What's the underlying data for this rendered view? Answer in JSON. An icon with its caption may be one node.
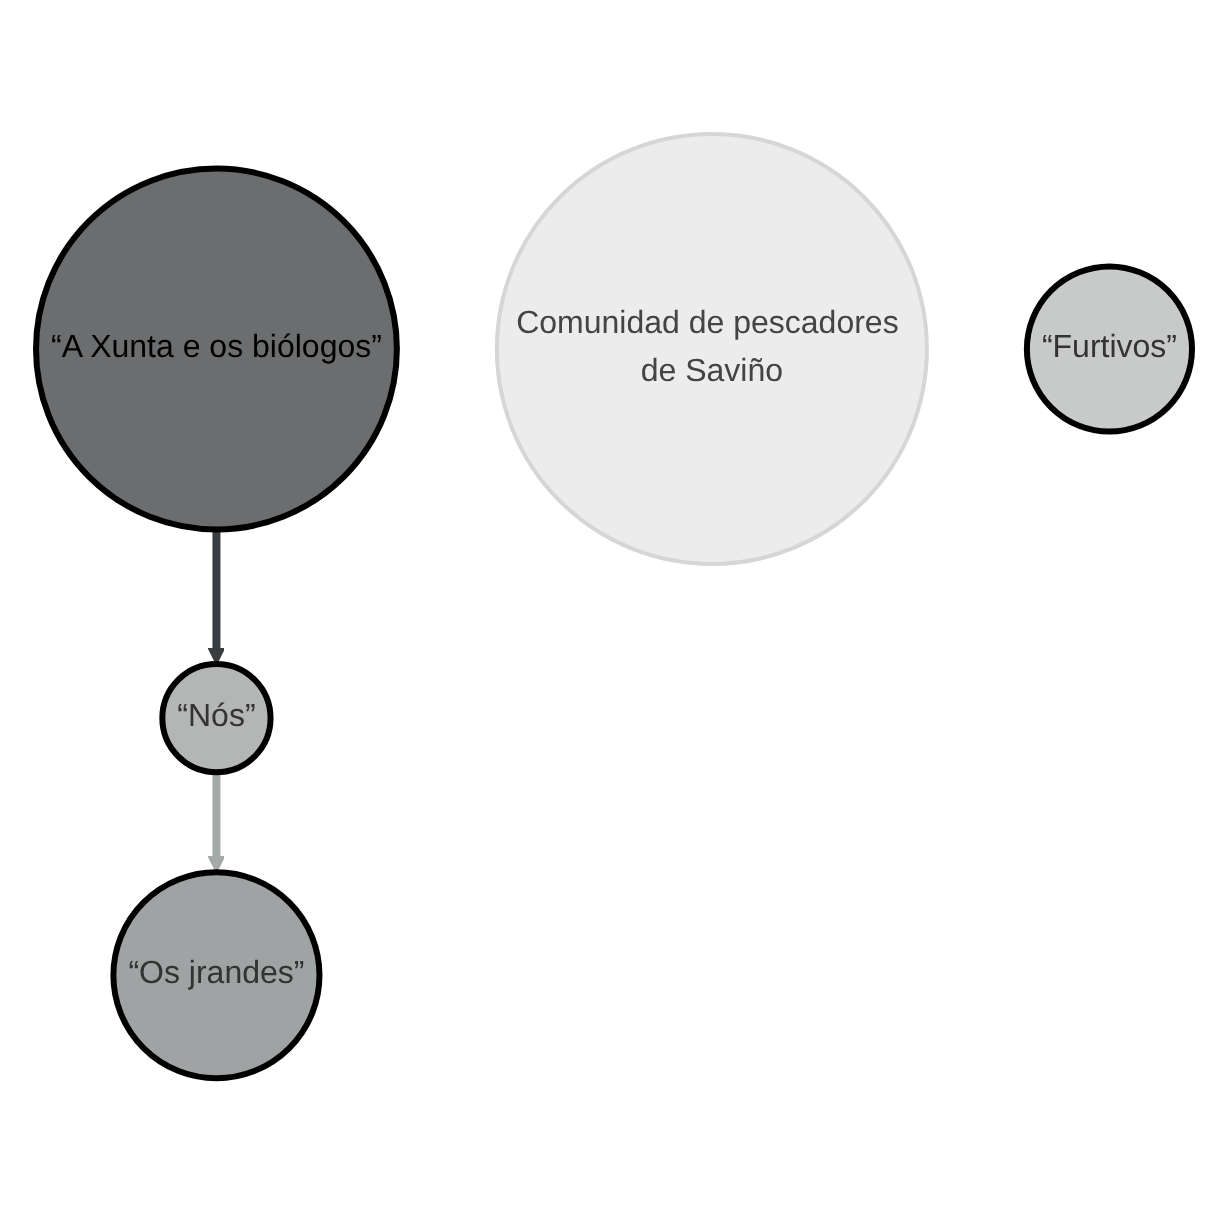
{
  "diagram": {
    "nodes": [
      {
        "text": [
          "“A Xunta e os biólogos”"
        ]
      },
      {
        "text": [
          "“Os jrandes”"
        ]
      },
      {
        "text": [
          "Comunidad de pescadores de Saviño"
        ]
      },
      {
        "text": [
          "“Nós”"
        ]
      },
      {
        "text": [
          "“Furtivos”"
        ]
      }
    ],
    "edges": [
      {
        "from": 0,
        "to": 3,
        "arrow": "to",
        "color": "#3a3d3f"
      },
      {
        "from": 3,
        "to": 1,
        "arrow": "to",
        "color": "#a6a9a9"
      }
    ]
  }
}
